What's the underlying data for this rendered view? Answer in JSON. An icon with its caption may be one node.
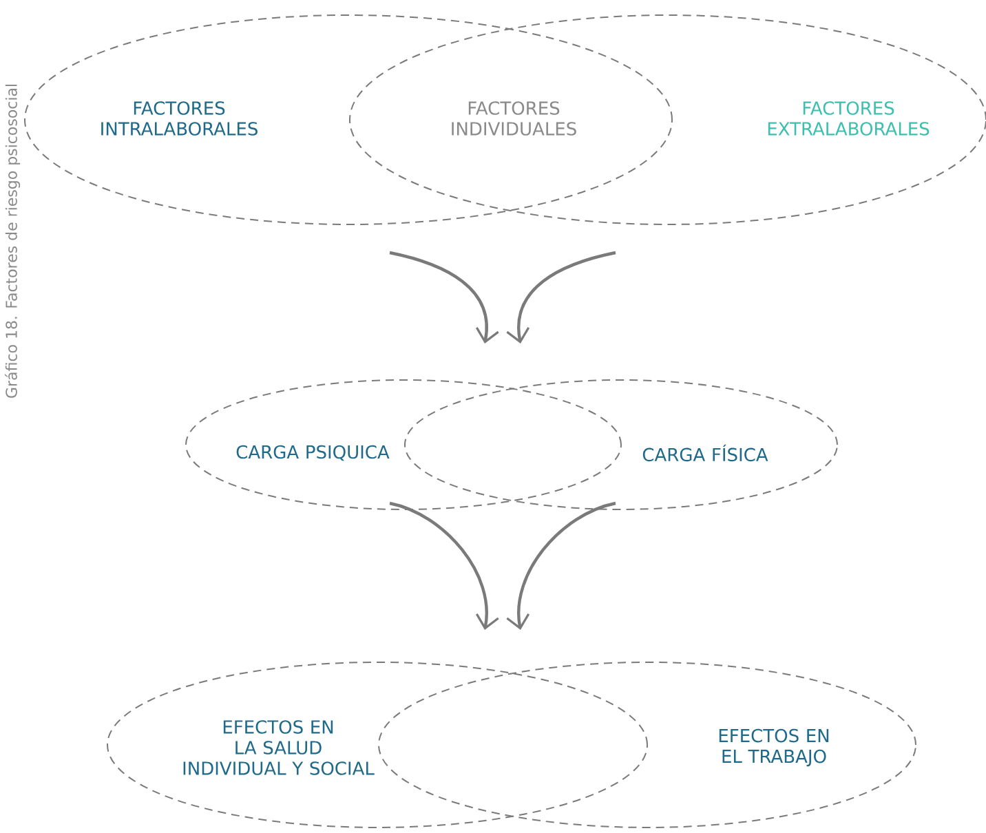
{
  "diagram": {
    "caption": "Gráfico 18. Factores de riesgo psicosocial",
    "nodes": [
      {
        "text": [
          "FACTORES INTRALABORALES"
        ]
      },
      {
        "text": [
          "FACTORES EXTRALABORALES"
        ]
      },
      {
        "text": [
          "CARGA PSIQUICA"
        ]
      },
      {
        "text": [
          "CARGA FÍSICA"
        ]
      },
      {
        "text": [
          "EFECTOS EN LA SALUD INDIVIDUAL Y SOCIAL"
        ]
      },
      {
        "text": [
          "EFECTOS EN EL TRABAJO"
        ]
      }
    ],
    "edges": [
      {
        "from": 0,
        "to": 2,
        "arrow": "to"
      },
      {
        "from": 1,
        "to": 3,
        "arrow": "to"
      },
      {
        "from": 2,
        "to": 4,
        "arrow": "to"
      },
      {
        "from": 3,
        "to": 5,
        "arrow": "to"
      }
    ],
    "labels": [
      "FACTORES INDIVIDUALES"
    ]
  }
}
